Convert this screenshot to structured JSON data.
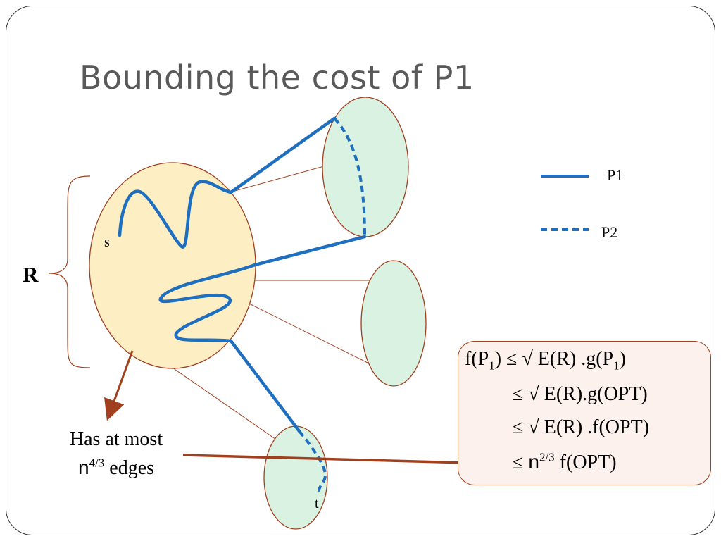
{
  "slide": {
    "title": "Bounding the cost of P1"
  },
  "labels": {
    "R": "R",
    "s": "s",
    "t": "t"
  },
  "legend": {
    "p1": "P1",
    "p2": "P2"
  },
  "note": {
    "line1": "Has at most",
    "n": "n",
    "exponent": "4/3",
    "line2_suffix": " edges"
  },
  "formula": {
    "line1": {
      "lhs": "f(P",
      "lhs_sub": "1",
      "lhs_close": ") ≤ ",
      "rhs": " √ E(R) .g(P",
      "rhs_sub": "1",
      "rhs_close": ")"
    },
    "line2": "≤  √ E(R).g(OPT)",
    "line3": "≤  √ E(R) .f(OPT)",
    "line4": {
      "leq": "≤  ",
      "n": "n",
      "exponent": "2/3",
      "tail": " f(OPT)"
    }
  },
  "colors": {
    "region_r_fill": "#fdeec4",
    "region_r_stroke": "#a0401f",
    "cluster_fill": "#d9f2e2",
    "cluster_stroke": "#a0401f",
    "path_color": "#1e6fbf",
    "arrow_color": "#a0401f",
    "title_color": "#595959"
  }
}
